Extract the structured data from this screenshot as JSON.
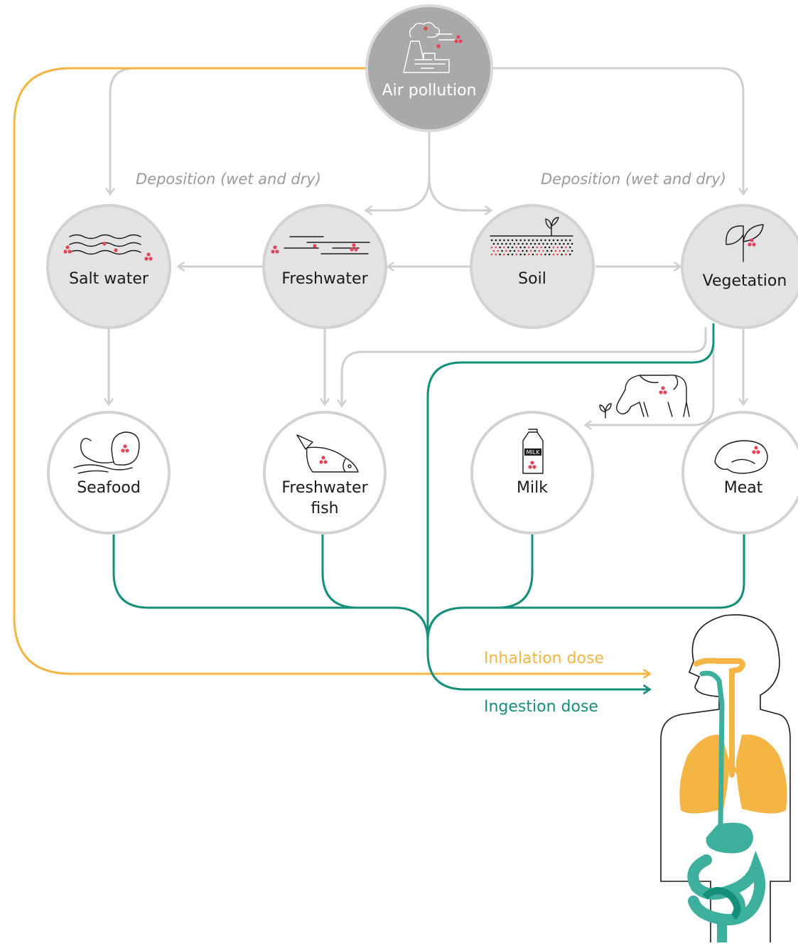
{
  "nodes": {
    "air": "Air pollution",
    "saltwater": "Salt water",
    "freshwater": "Freshwater",
    "soil": "Soil",
    "vegetation": "Vegetation",
    "seafood": "Seafood",
    "fish_line1": "Freshwater",
    "fish_line2": "fish",
    "milk": "Milk",
    "meat": "Meat"
  },
  "labels": {
    "deposition_left": "Deposition (wet and dry)",
    "deposition_right": "Deposition (wet and dry)",
    "inhalation": "Inhalation dose",
    "ingestion": "Ingestion dose",
    "milk_carton": "MILK"
  },
  "colors": {
    "inhalation": "#f5b544",
    "ingestion": "#14907a",
    "gray_flow": "#cfcfcf",
    "node_gray": "#e3e3e3",
    "node_top": "#a9a9a9",
    "particle": "#e0455b"
  }
}
